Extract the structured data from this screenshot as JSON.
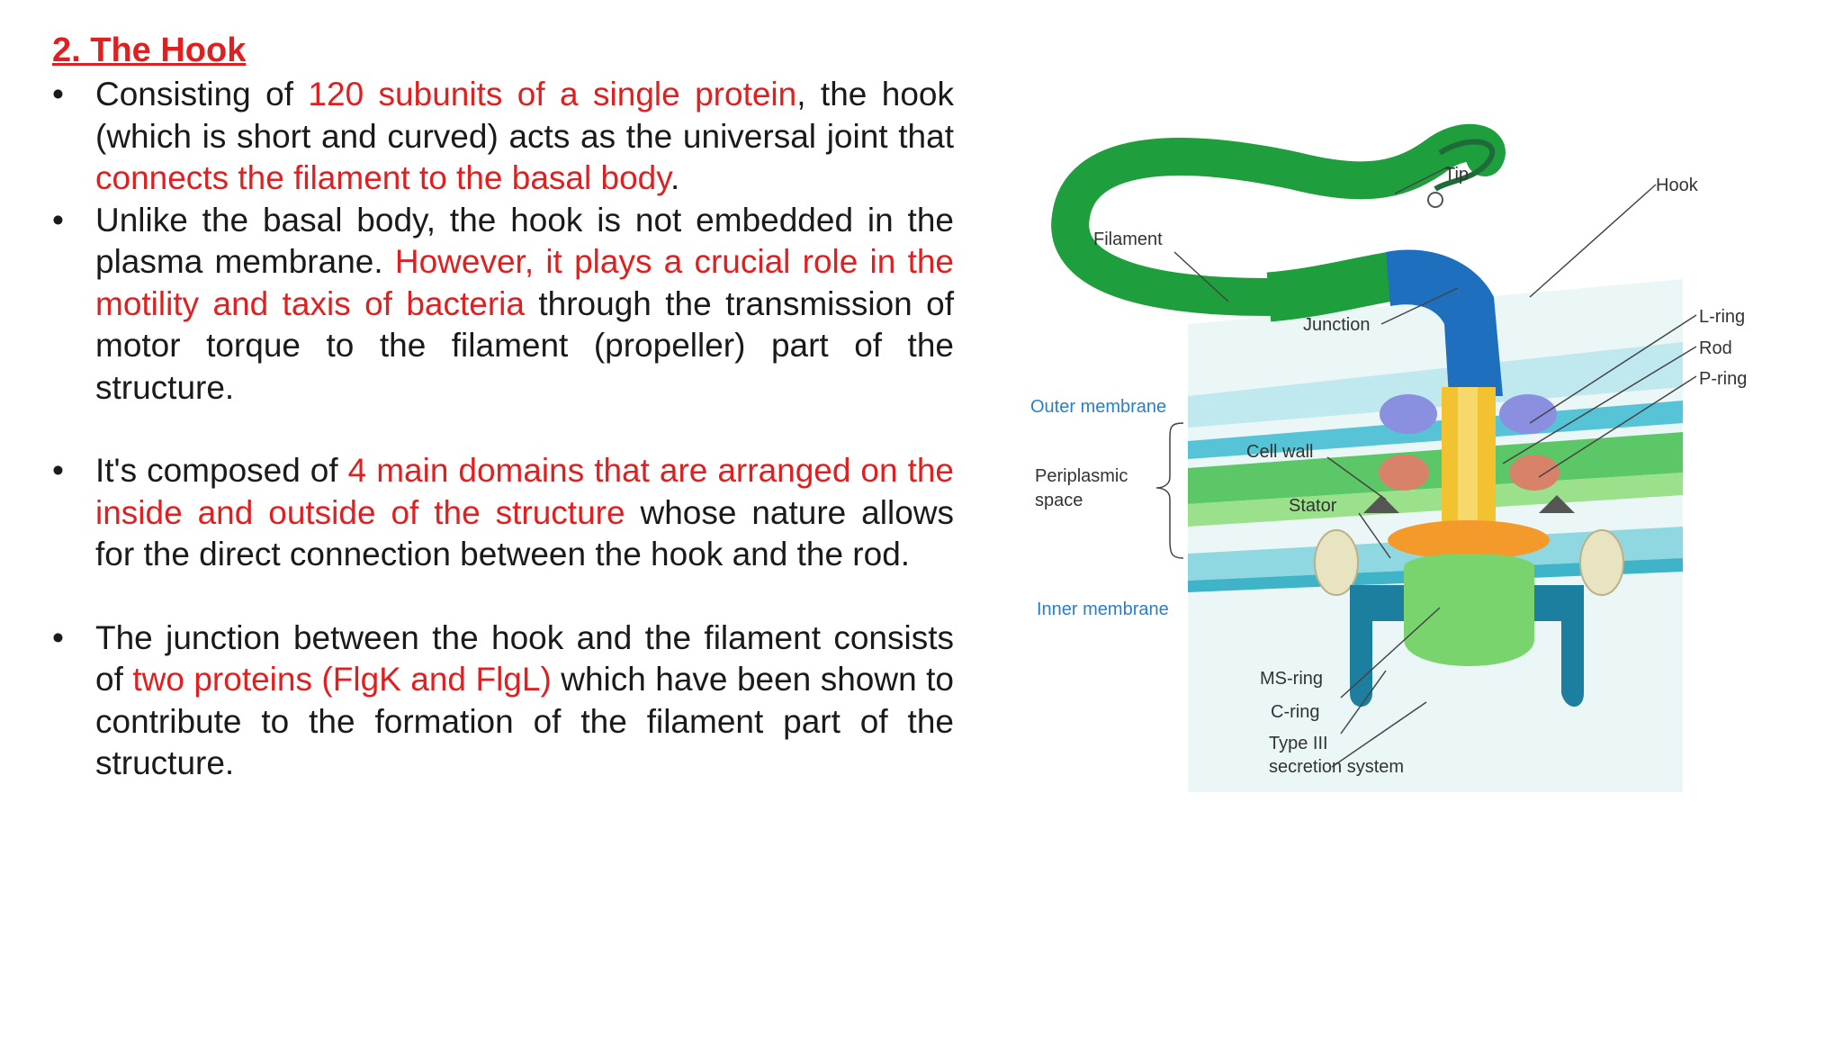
{
  "heading": "2. The Hook",
  "bullets": [
    {
      "segments": [
        {
          "text": "Consisting of ",
          "red": false
        },
        {
          "text": "120 subunits of a single protein",
          "red": true
        },
        {
          "text": ", the hook (which is short and curved) acts as the universal joint that ",
          "red": false
        },
        {
          "text": "connects the filament to the basal body",
          "red": true
        },
        {
          "text": ".",
          "red": false
        }
      ]
    },
    {
      "segments": [
        {
          "text": "Unlike the basal body, the hook is not embedded in the plasma membrane. ",
          "red": false
        },
        {
          "text": "However, it plays a crucial role in the motility and taxis of bacteria",
          "red": true
        },
        {
          "text": " through the transmission of motor torque to the filament (propeller) part of the structure.",
          "red": false
        }
      ]
    },
    {
      "segments": [
        {
          "text": "It's composed of ",
          "red": false
        },
        {
          "text": "4 main domains that are arranged on the inside and outside of the structure",
          "red": true
        },
        {
          "text": " whose nature allows for the direct connection between the hook and the rod.",
          "red": false
        }
      ]
    },
    {
      "segments": [
        {
          "text": "The junction between the hook and the filament consists of ",
          "red": false
        },
        {
          "text": "two proteins (FlgK and FlgL)",
          "red": true
        },
        {
          "text": " which have been shown to contribute to the formation of the filament part of the structure.",
          "red": false
        }
      ]
    }
  ],
  "figure": {
    "labels": {
      "tip": "Tip",
      "hook": "Hook",
      "filament": "Filament",
      "junction": "Junction",
      "l_ring": "L-ring",
      "rod": "Rod",
      "p_ring": "P-ring",
      "outer_membrane": "Outer membrane",
      "cell_wall": "Cell wall",
      "periplasmic_1": "Periplasmic",
      "periplasmic_2": "space",
      "stator": "Stator",
      "inner_membrane": "Inner membrane",
      "ms_ring": "MS-ring",
      "c_ring": "C-ring",
      "type3_1": "Type III",
      "type3_2": "secretion system"
    },
    "colors": {
      "filament": "#1e9e3c",
      "hook": "#1f6fbf",
      "rod": "#f2c230",
      "membrane_light": "#bfe9ee",
      "membrane_green": "#7fd67a",
      "c_ring": "#1d7fa0",
      "ms_ring": "#7ad46e",
      "stator": "#e8e3c0",
      "label_blue": "#2a7fc4",
      "heading_red": "#e02020"
    }
  }
}
